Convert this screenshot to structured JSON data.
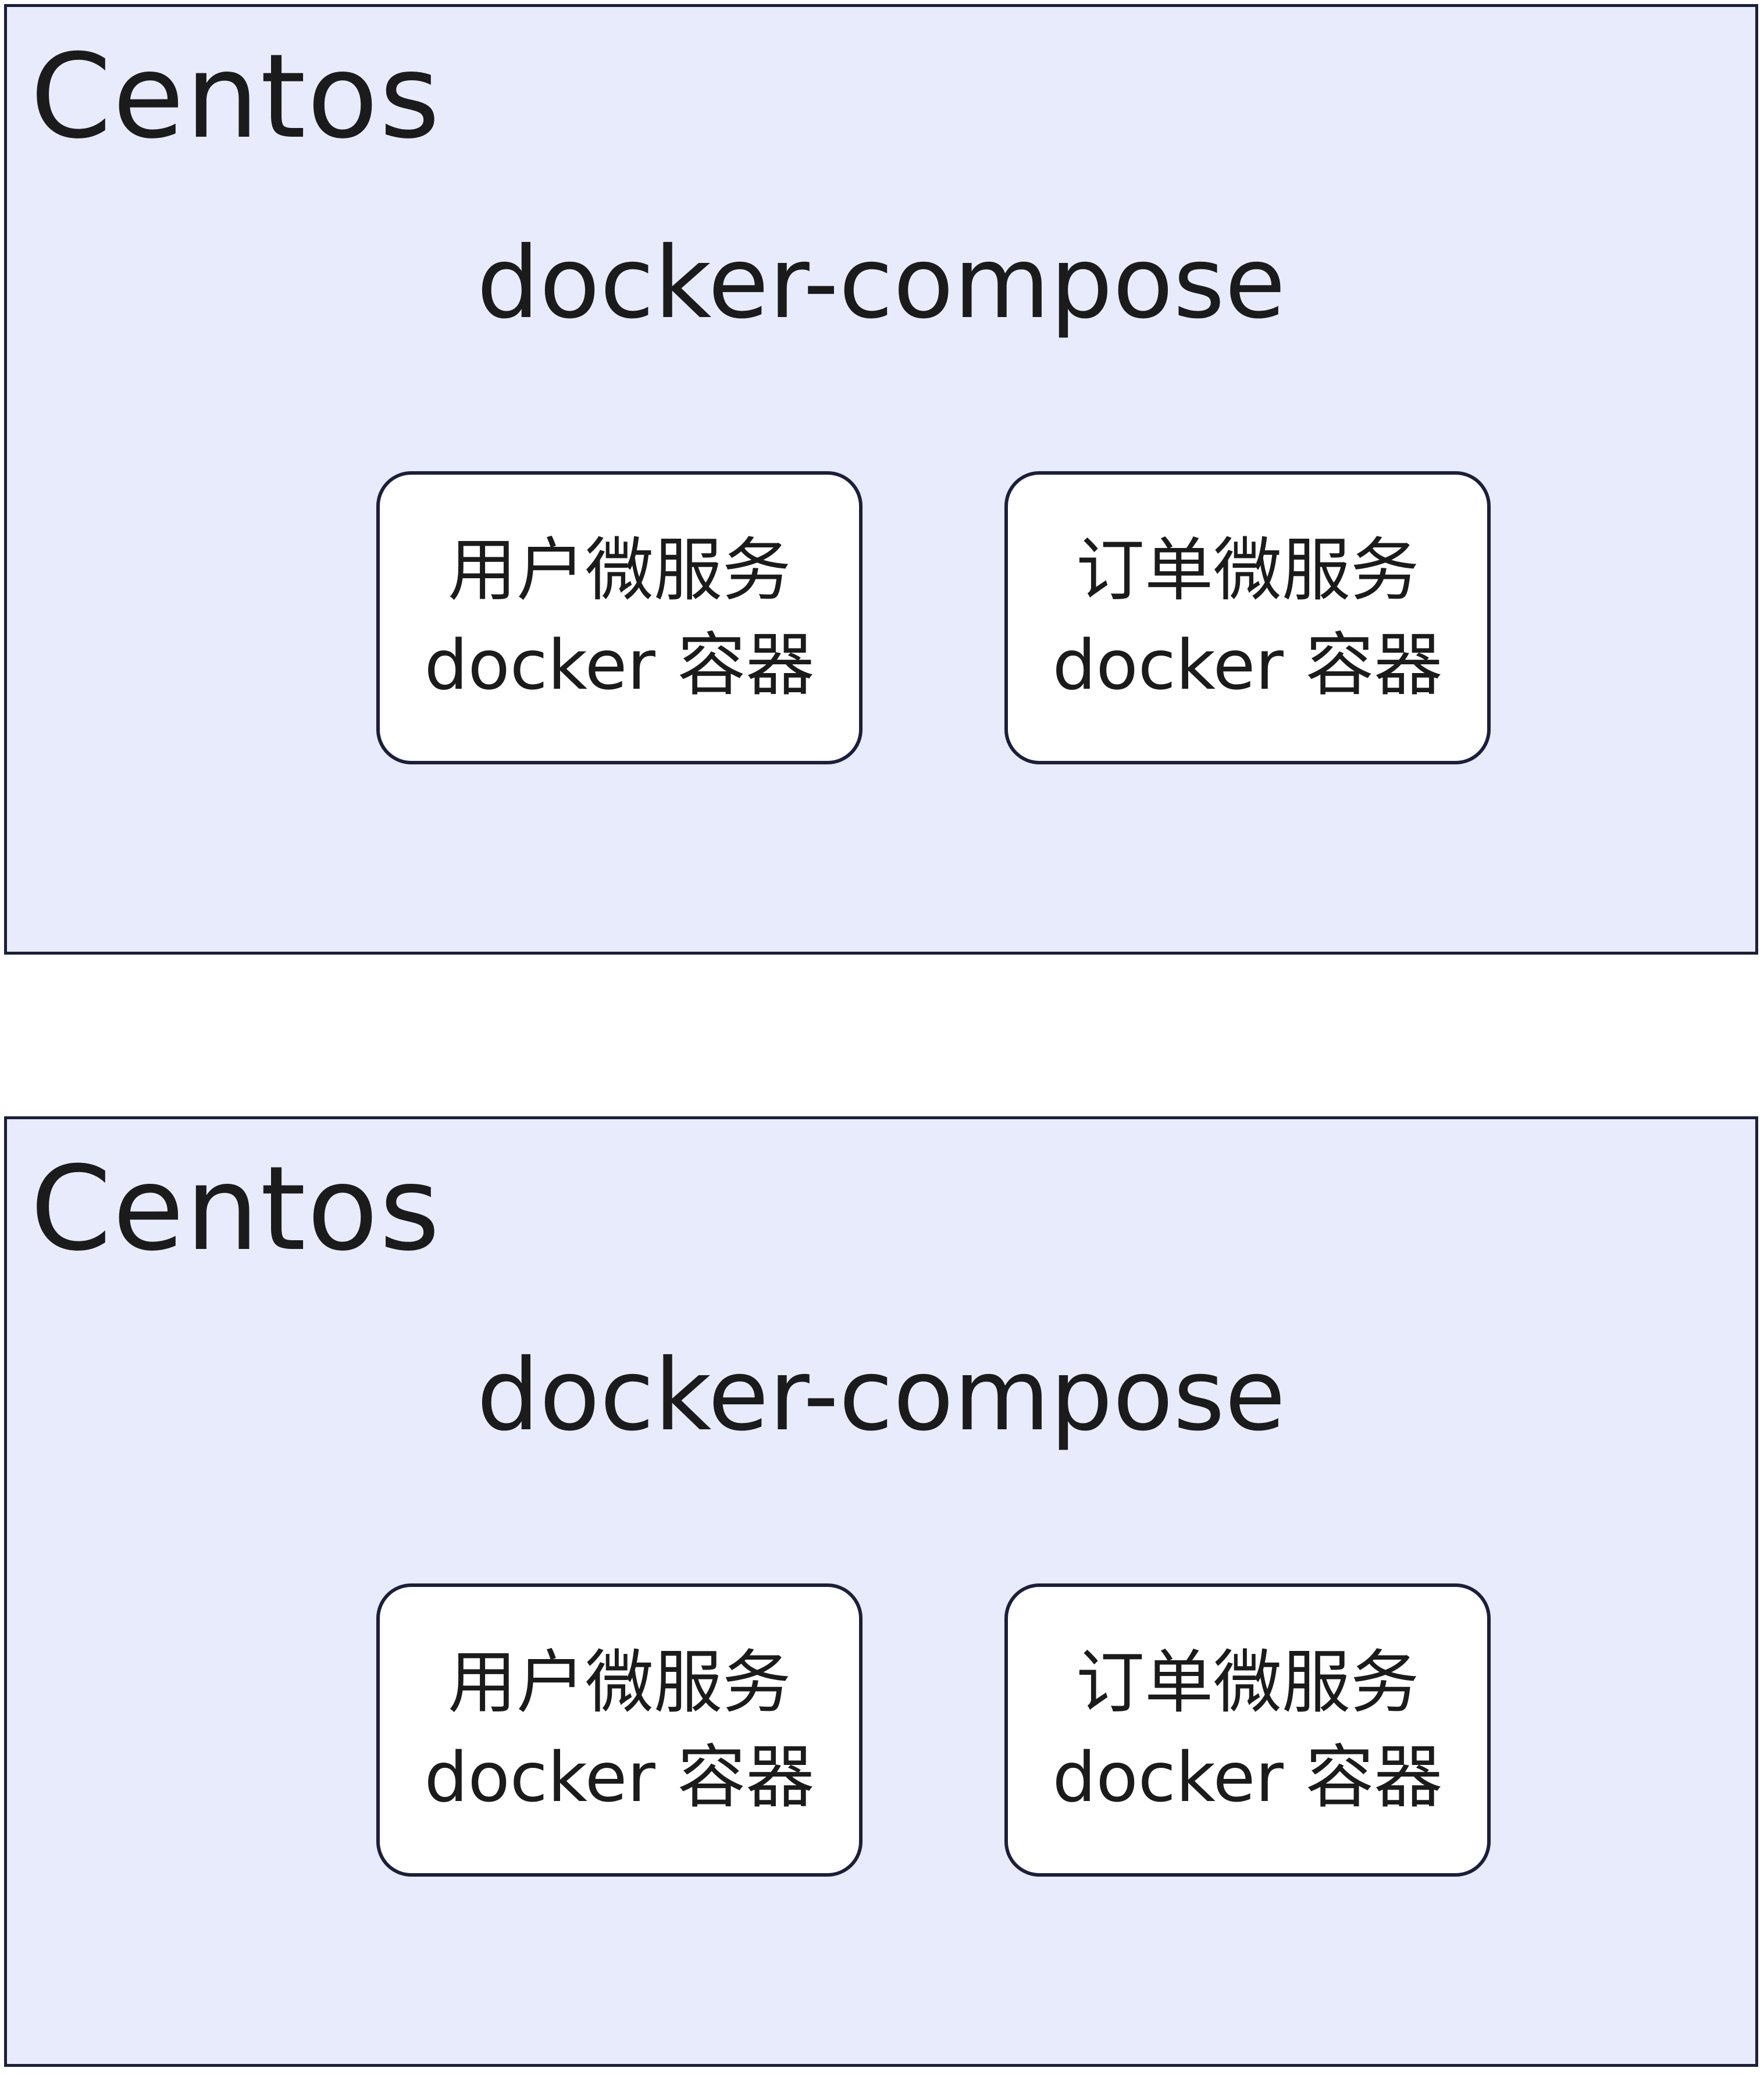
{
  "hosts": [
    {
      "title": "Centos",
      "orchestrator": "docker-compose",
      "containers": [
        {
          "line1": "用户微服务",
          "line2": "docker 容器"
        },
        {
          "line1": "订单微服务",
          "line2": "docker 容器"
        }
      ]
    },
    {
      "title": "Centos",
      "orchestrator": "docker-compose",
      "containers": [
        {
          "line1": "用户微服务",
          "line2": "docker 容器"
        },
        {
          "line1": "订单微服务",
          "line2": "docker 容器"
        }
      ]
    }
  ],
  "colors": {
    "host_fill": "#e8ebfb",
    "stroke": "#1b1f3a",
    "container_fill": "#ffffff",
    "text": "#1b1b1b"
  }
}
